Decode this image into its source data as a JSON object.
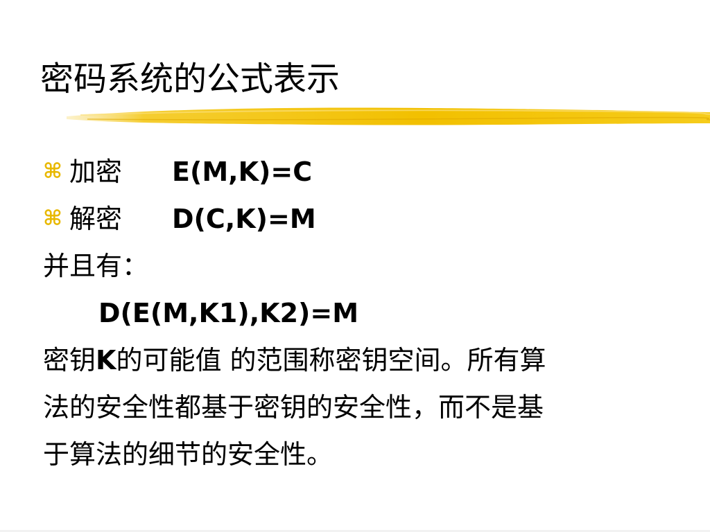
{
  "slide": {
    "title": "密码系统的公式表示",
    "accent_color": "#f2c000",
    "bullet_color": "#e8b800",
    "bullet_glyph": "⌘",
    "items": [
      {
        "label": "加密",
        "formula": "E(M,K)=C"
      },
      {
        "label": "解密",
        "formula": "D(C,K)=M"
      }
    ],
    "and_text": "并且有：",
    "identity_formula": "D(E(M,K1),K2)=M",
    "paragraph": {
      "part1": "密钥",
      "key_symbol": "K",
      "part2": "的可能值 的范围称密钥空间。所有算",
      "line2": "法的安全性都基于密钥的安全性，而不是基",
      "line3": "于算法的细节的安全性。"
    }
  }
}
